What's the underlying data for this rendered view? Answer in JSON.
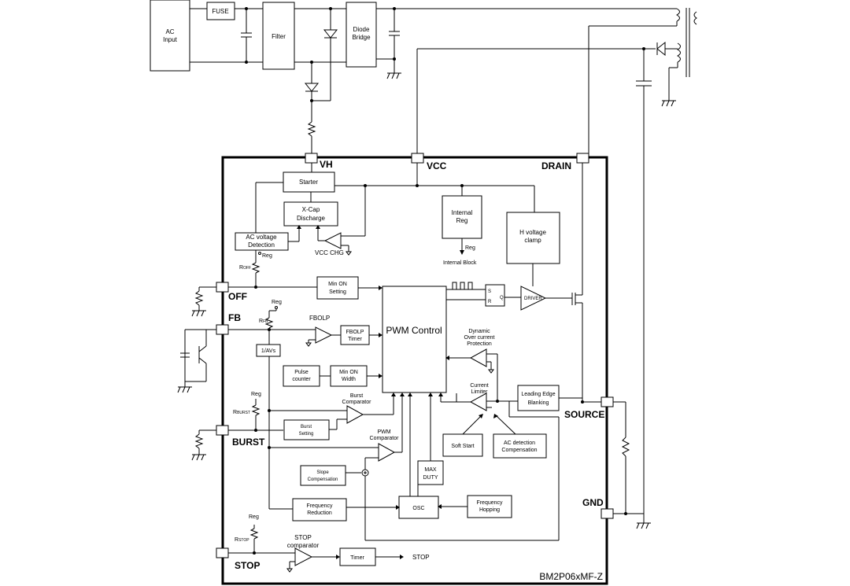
{
  "blocks": {
    "ac_input": "AC Input",
    "fuse": "FUSE",
    "filter": "Filter",
    "diode_bridge": "Diode Bridge",
    "starter": "Starter",
    "xcap": "X-Cap Discharge",
    "ac_voltage": "AC voltage Detection",
    "vcc_chg": "VCC CHG",
    "internal_reg": "Internal Reg",
    "reg_out": "Reg",
    "internal_block": "Internal Block",
    "h_voltage": "H voltage clamp",
    "min_on_setting": "Min ON Setting",
    "fbolp": "FBOLP",
    "fbolp_timer": "FBOLP Timer",
    "div_label": "1/AVs",
    "pulse_counter": "Pulse counter",
    "min_on_width": "Min ON Width",
    "burst_comparator": "Burst Comparator",
    "burst_setting": "Burst Setting",
    "pwm_comparator": "PWM Comparator",
    "pwm_control": "PWM Control",
    "dynamic_ocp": "Dynamic Over current Protection",
    "current_limiter": "Current Limiter",
    "leb": "Leading Edge Blanking",
    "soft_start": "Soft Start",
    "ac_detect_comp": "AC detection Compensation",
    "max_duty": "MAX DUTY",
    "slope_comp": "Slope Compensation",
    "freq_reduction": "Frequency Reduction",
    "osc": "OSC",
    "freq_hopping": "Frequency Hopping",
    "stop_comparator": "STOP comparator",
    "timer": "Timer",
    "stop_out": "STOP",
    "driver": "DRIVER",
    "s": "S",
    "r": "R",
    "q": "Q",
    "reg": "Reg",
    "r_off": "ROFF",
    "r_fb": "RFB",
    "r_burst": "RBURST",
    "r_stop": "RSTOP"
  },
  "pins": {
    "vh": "VH",
    "vcc": "VCC",
    "drain": "DRAIN",
    "off": "OFF",
    "fb": "FB",
    "burst": "BURST",
    "stop": "STOP",
    "source": "SOURCE",
    "gnd": "GND"
  },
  "part_number": "BM2P06xMF-Z"
}
